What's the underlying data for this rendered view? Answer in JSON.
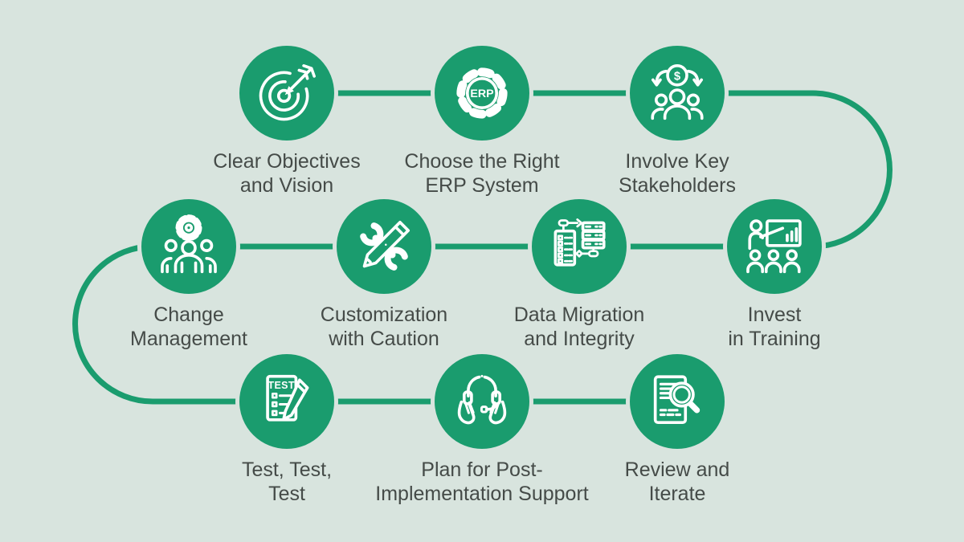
{
  "colors": {
    "background": "#d8e4de",
    "accent_green": "#1a9c6e",
    "icon_white": "#ffffff",
    "label_text": "#454b48"
  },
  "steps": [
    {
      "slug": "clear-objectives",
      "icon": "target-dart-icon",
      "line1": "Clear Objectives",
      "line2": "and Vision"
    },
    {
      "slug": "choose-erp",
      "icon": "erp-gear-icon",
      "line1": "Choose the Right",
      "line2": "ERP System",
      "icon_text": "ERP"
    },
    {
      "slug": "involve-stakeholders",
      "icon": "stakeholders-dollar-icon",
      "line1": "Involve Key",
      "line2": "Stakeholders",
      "icon_text": "$"
    },
    {
      "slug": "invest-training",
      "icon": "training-presentation-icon",
      "line1": "Invest",
      "line2": "in Training"
    },
    {
      "slug": "data-migration",
      "icon": "data-migration-icon",
      "line1": "Data Migration",
      "line2": "and Integrity"
    },
    {
      "slug": "customization",
      "icon": "wrench-pencil-icon",
      "line1": "Customization",
      "line2": "with Caution"
    },
    {
      "slug": "change-management",
      "icon": "people-gear-icon",
      "line1": "Change",
      "line2": "Management"
    },
    {
      "slug": "test",
      "icon": "test-checklist-icon",
      "line1": "Test, Test,",
      "line2": "Test",
      "icon_text": "TEST"
    },
    {
      "slug": "post-implementation-support",
      "icon": "headset-hands-icon",
      "line1": "Plan for Post-",
      "line2": "Implementation Support"
    },
    {
      "slug": "review-iterate",
      "icon": "document-magnifier-icon",
      "line1": "Review and",
      "line2": "Iterate"
    }
  ]
}
